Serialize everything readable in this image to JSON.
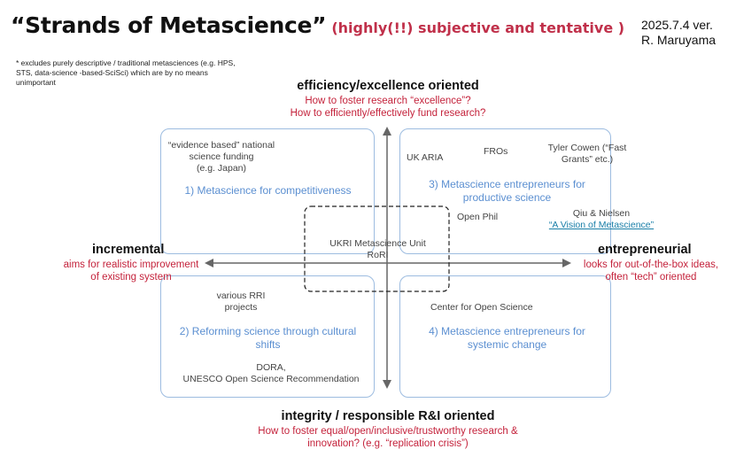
{
  "header": {
    "title": "“Strands of Metascience”",
    "subtitle": "(highly(!!) subjective and tentative )",
    "version": "2025.7.4 ver.",
    "author": "R. Maruyama"
  },
  "footnote": "* excludes purely descriptive / traditional metasciences (e.g. HPS, STS, data-science -based-SciSci) which are by no means unimportant",
  "axes": {
    "top": {
      "label": "efficiency/excellence oriented",
      "sub1": "How to foster research “excellence”?",
      "sub2": "How to efficiently/effectively fund research?"
    },
    "bottom": {
      "label": "integrity / responsible R&I oriented",
      "sub1": "How to foster equal/open/inclusive/trustworthy research &",
      "sub2": "innovation? (e.g. “replication crisis”)"
    },
    "left": {
      "label": "incremental",
      "sub1": "aims for realistic improvement",
      "sub2": "of existing system"
    },
    "right": {
      "label": "entrepreneurial",
      "sub1": "looks for out-of-the-box ideas,",
      "sub2": "often “tech” oriented"
    }
  },
  "quadrants": {
    "q1": {
      "label1": "1) Metascience for competitiveness",
      "item1a": "“evidence based” national",
      "item1b": "science funding",
      "item1c": "(e.g. Japan)"
    },
    "q2": {
      "label1": "2) Reforming science through cultural",
      "label2": "shifts",
      "rri1": "various RRI",
      "rri2": "projects",
      "dora1": "DORA,",
      "dora2": "UNESCO Open Science Recommendation"
    },
    "q3": {
      "label1": "3) Metascience entrepreneurs for",
      "label2": "productive science",
      "ukaria": "UK ARIA",
      "fros": "FROs",
      "tc1": "Tyler Cowen (“Fast",
      "tc2": "Grants” etc.)",
      "openphil": "Open Phil",
      "qn1": "Qiu & Nielsen",
      "qn2": "“A Vision of Metascience”"
    },
    "q4": {
      "label1": "4) Metascience entrepreneurs for",
      "label2": "systemic change",
      "cos": "Center for Open Science"
    }
  },
  "center": {
    "line1": "UKRI Metascience Unit",
    "line2": "RoRI"
  }
}
